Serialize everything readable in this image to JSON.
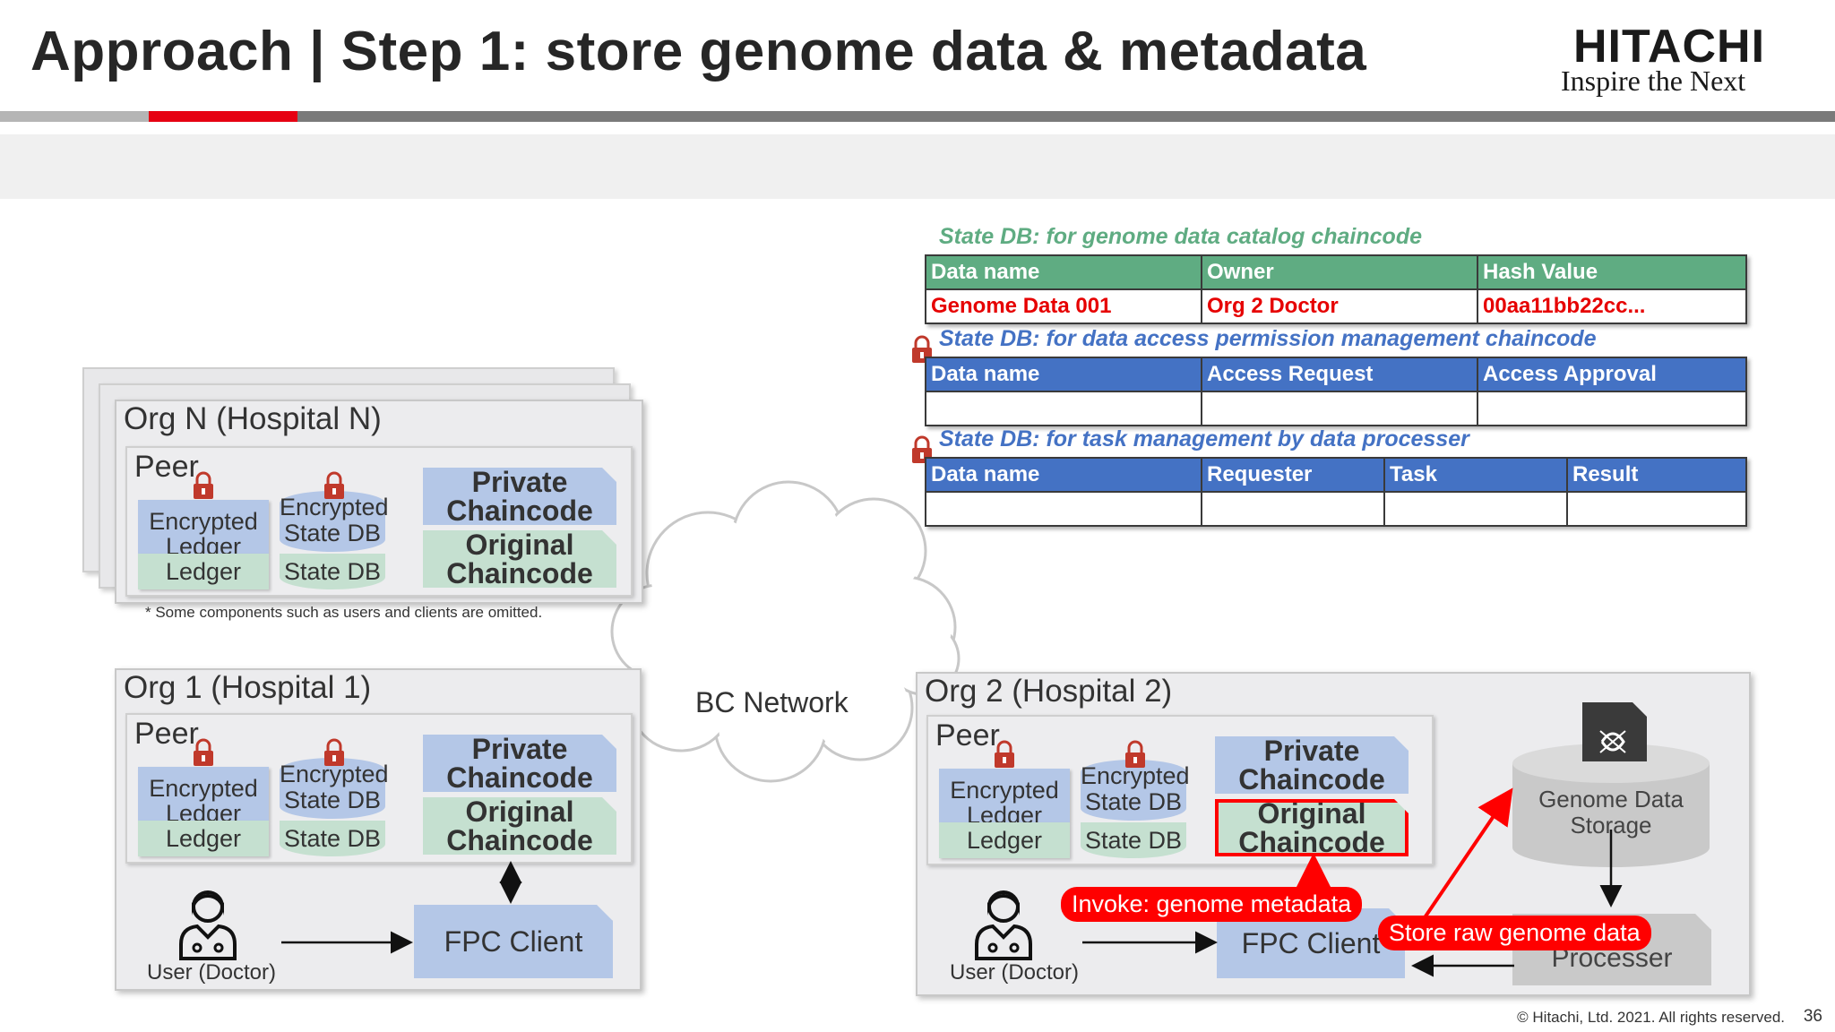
{
  "header": {
    "title": "Approach | Step 1: store genome data & metadata",
    "logo": "HITACHI",
    "tagline": "Inspire the Next"
  },
  "colors": {
    "accent_red": "#e60012",
    "catalog_green": "#5fac82",
    "table_blue": "#4472c4",
    "callout_red": "#ff0000",
    "chaincode_blue": "#b4c7e7",
    "chaincode_green": "#c5e0d0"
  },
  "network": {
    "label": "BC Network"
  },
  "note": "* Some components such as users and clients are omitted.",
  "org_n": {
    "title": "Org N (Hospital N)",
    "peer": "Peer",
    "enc_ledger": "Encrypted Ledger",
    "ledger": "Ledger",
    "enc_state": "Encrypted State DB",
    "state": "State DB",
    "private_cc": "Private Chaincode",
    "original_cc": "Original Chaincode"
  },
  "org_1": {
    "title": "Org 1 (Hospital 1)",
    "peer": "Peer",
    "enc_ledger": "Encrypted Ledger",
    "ledger": "Ledger",
    "enc_state": "Encrypted State DB",
    "state": "State DB",
    "private_cc": "Private Chaincode",
    "original_cc": "Original Chaincode",
    "fpc_client": "FPC Client",
    "user": "User (Doctor)"
  },
  "org_2": {
    "title": "Org 2 (Hospital 2)",
    "peer": "Peer",
    "enc_ledger": "Encrypted Ledger",
    "ledger": "Ledger",
    "enc_state": "Encrypted State DB",
    "state": "State DB",
    "private_cc": "Private Chaincode",
    "original_cc": "Original Chaincode",
    "fpc_client": "FPC Client",
    "user": "User (Doctor)",
    "storage": "Genome Data Storage",
    "processer": "Processer"
  },
  "callouts": {
    "invoke": "Invoke: genome metadata",
    "store": "Store raw genome data"
  },
  "tables": {
    "catalog": {
      "caption": "State DB: for genome data catalog chaincode",
      "headers": [
        "Data name",
        "Owner",
        "Hash Value"
      ],
      "row": [
        "Genome Data 001",
        "Org 2 Doctor",
        "00aa11bb22cc..."
      ]
    },
    "permission": {
      "caption": "State DB: for data access permission management chaincode",
      "headers": [
        "Data name",
        "Access Request",
        "Access Approval"
      ]
    },
    "task": {
      "caption": "State DB: for task management by data processer",
      "headers": [
        "Data name",
        "Requester",
        "Task",
        "Result"
      ]
    }
  },
  "footer": {
    "copyright": "© Hitachi, Ltd. 2021. All rights reserved.",
    "page": "36"
  }
}
